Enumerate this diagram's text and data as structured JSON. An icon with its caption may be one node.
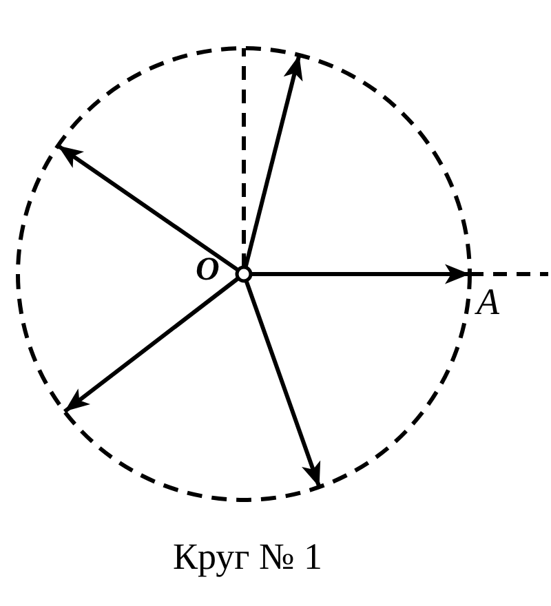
{
  "diagram": {
    "caption": "Круг № 1",
    "nodes": [
      {
        "text": [],
        "shape": "circle",
        "in": 1
      },
      {
        "text": [],
        "shape": "circle"
      }
    ],
    "edges": [
      {
        "from": 0,
        "to": 1,
        "arrow": "to"
      },
      {
        "from": 0,
        "to": 1,
        "arrow": "to"
      },
      {
        "from": 0,
        "to": 1,
        "arrow": "to"
      },
      {
        "from": 0,
        "to": 1,
        "arrow": "to"
      },
      {
        "from": 0,
        "to": 1,
        "arrow": "to"
      },
      {
        "from": 0,
        "to": 1,
        "arrow": "none",
        "style": "dashed"
      },
      {
        "from": 1,
        "to": null,
        "arrow": "none",
        "style": "dashed"
      }
    ],
    "labels": [
      "O",
      "A"
    ]
  }
}
